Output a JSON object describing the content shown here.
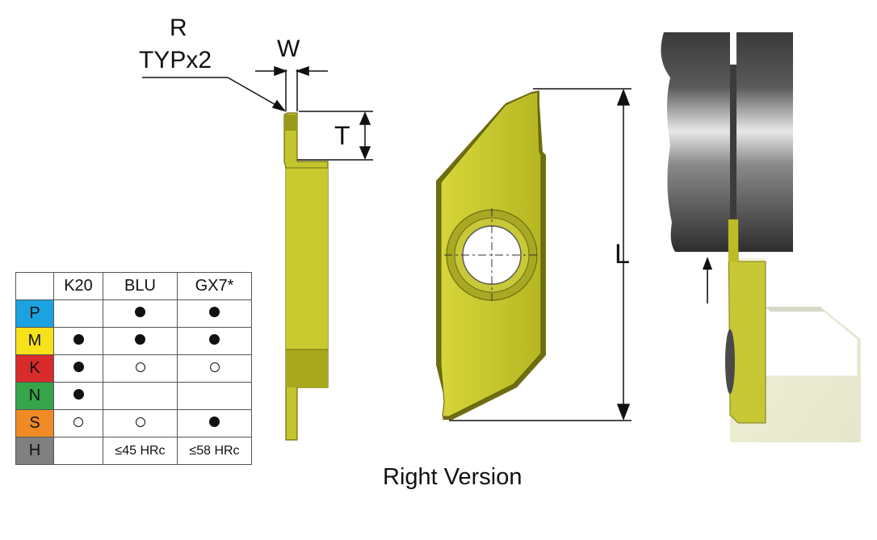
{
  "labels": {
    "radius": "R",
    "radius_note": "TYPx2",
    "width": "W",
    "thickness": "T",
    "length": "L",
    "caption": "Right Version"
  },
  "table": {
    "headers": [
      "K20",
      "BLU",
      "GX7*"
    ],
    "rows": [
      {
        "material": "P",
        "color": "#1aa3e0",
        "cells": [
          "",
          "filled",
          "filled"
        ]
      },
      {
        "material": "M",
        "color": "#f5e21a",
        "cells": [
          "filled",
          "filled",
          "filled"
        ]
      },
      {
        "material": "K",
        "color": "#d92b2b",
        "cells": [
          "filled",
          "open",
          "open"
        ]
      },
      {
        "material": "N",
        "color": "#35a64a",
        "cells": [
          "filled",
          "",
          ""
        ]
      },
      {
        "material": "S",
        "color": "#f08a24",
        "cells": [
          "open",
          "open",
          "filled"
        ]
      },
      {
        "material": "H",
        "color": "#808080",
        "cells": [
          "",
          "≤45 HRc",
          "≤58 HRc"
        ]
      }
    ]
  },
  "colors": {
    "insert": "#bfbf2a",
    "insert_dark": "#8a8a12",
    "workpiece": "#6b6b6b"
  }
}
